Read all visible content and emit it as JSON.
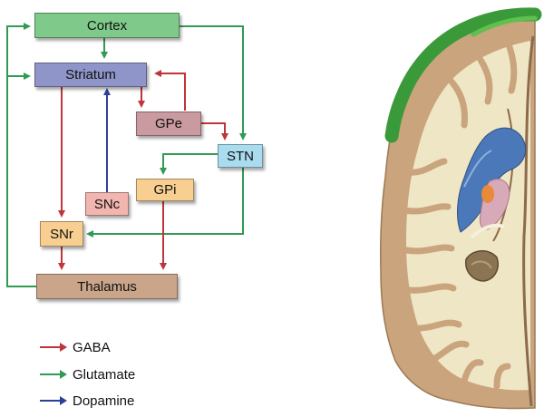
{
  "nodes": {
    "cortex": {
      "label": "Cortex",
      "color": "#7fc98a"
    },
    "striatum": {
      "label": "Striatum",
      "color": "#8f95c9"
    },
    "gpe": {
      "label": "GPe",
      "color": "#c99aa0"
    },
    "stn": {
      "label": "STN",
      "color": "#a9dcef"
    },
    "gpi": {
      "label": "GPi",
      "color": "#f8cf90"
    },
    "snc": {
      "label": "SNc",
      "color": "#f3b5b0"
    },
    "snr": {
      "label": "SNr",
      "color": "#f8cf90"
    },
    "thalamus": {
      "label": "Thalamus",
      "color": "#caa58a"
    }
  },
  "legend": [
    {
      "label": "GABA",
      "color": "#c0353a"
    },
    {
      "label": "Glutamate",
      "color": "#2f9b55"
    },
    {
      "label": "Dopamine",
      "color": "#2e3f9a"
    }
  ],
  "colors": {
    "gaba": "#c0353a",
    "glutamate": "#2f9b55",
    "dopamine": "#2e3f9a",
    "cortex_gm": "#3a9a3a",
    "white_matter": "#efe6c6",
    "gray_matter": "#c9a47d"
  }
}
